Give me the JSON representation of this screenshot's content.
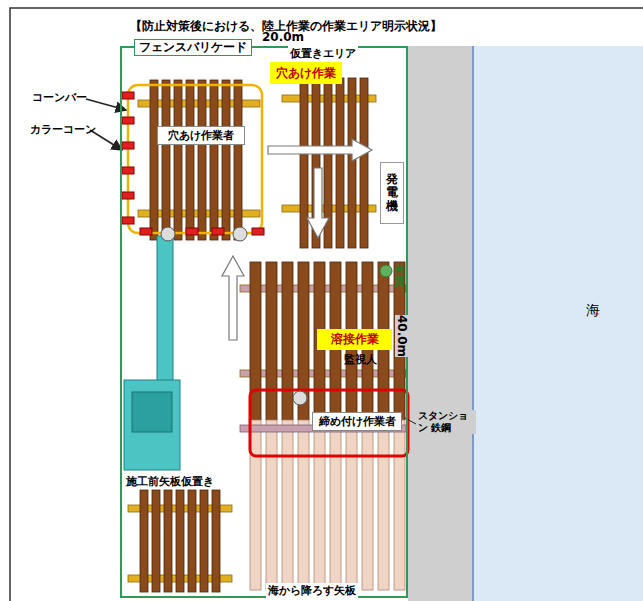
{
  "diagram": {
    "title": "【防止対策後における、陸上作業の作業エリア明示状況】",
    "nodes": [
      {
        "text": [
          "フェンスバリケード"
        ]
      },
      {
        "text": [
          "穴あけ作業"
        ],
        "in": 0
      },
      {
        "text": [
          "穴あけ作業者"
        ],
        "in": 0
      },
      {
        "text": [
          "発電機"
        ],
        "in": 0
      },
      {
        "text": [
          "溶接作業"
        ],
        "in": 0
      },
      {
        "text": [
          "締め付け作業者"
        ],
        "in": 0
      },
      {
        "text": [
          "海"
        ]
      }
    ],
    "labels": [
      "20.0m",
      "仮置きエリア",
      "コーンバー",
      "カラーコーン",
      "台貫",
      "監視人",
      "40.0m",
      "スタンション 鉄鋼",
      "施工前矢板仮置き",
      "海から降ろす矢板"
    ]
  }
}
